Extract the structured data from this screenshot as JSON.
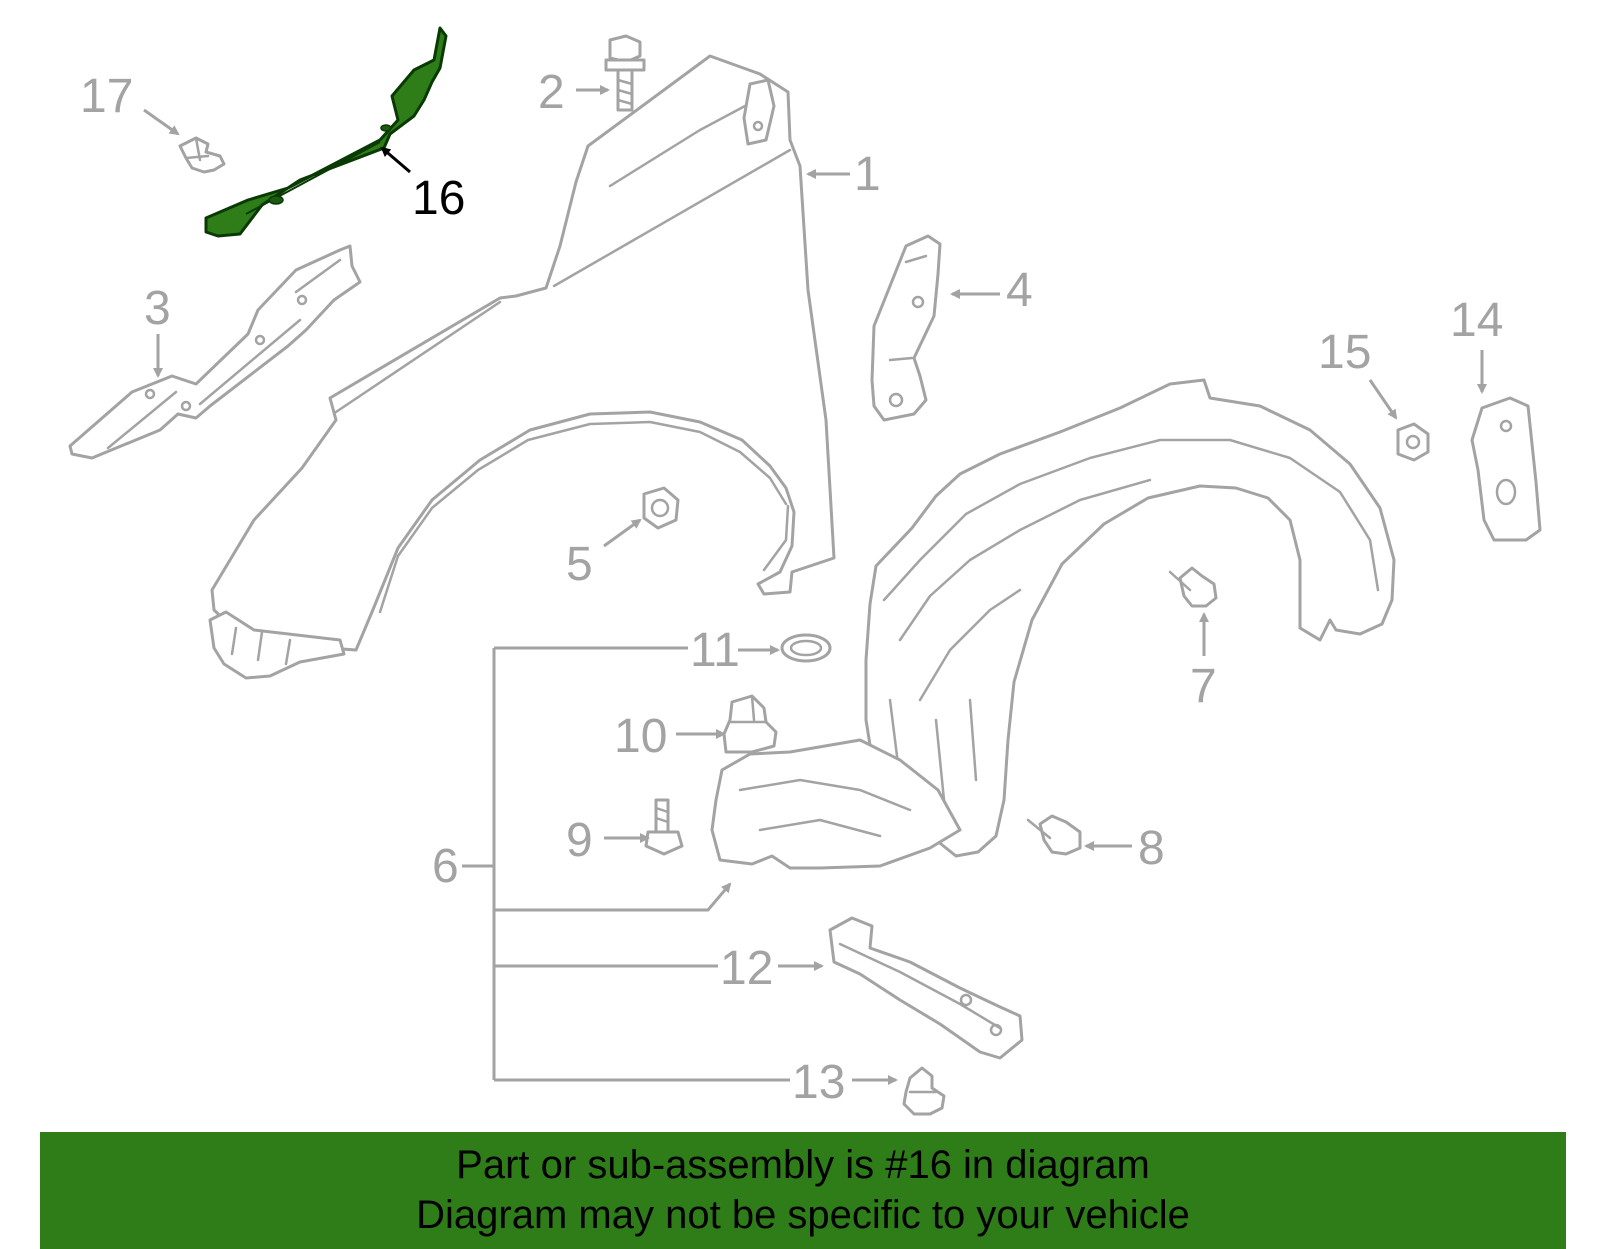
{
  "highlighted_part": "16",
  "colors": {
    "highlight_fill": "#2e7d19",
    "highlight_outline": "#0a3a04",
    "line_art": "#a3a3a3",
    "banner_background": "#2e7d19",
    "banner_text": "#000000"
  },
  "callouts": {
    "c1": "1",
    "c2": "2",
    "c3": "3",
    "c4": "4",
    "c5": "5",
    "c6": "6",
    "c7": "7",
    "c8": "8",
    "c9": "9",
    "c10": "10",
    "c11": "11",
    "c12": "12",
    "c13": "13",
    "c14": "14",
    "c15": "15",
    "c16": "16",
    "c17": "17"
  },
  "banner": {
    "line1": "Part or sub-assembly is #16 in diagram",
    "line2": "Diagram may not be specific to your vehicle"
  }
}
